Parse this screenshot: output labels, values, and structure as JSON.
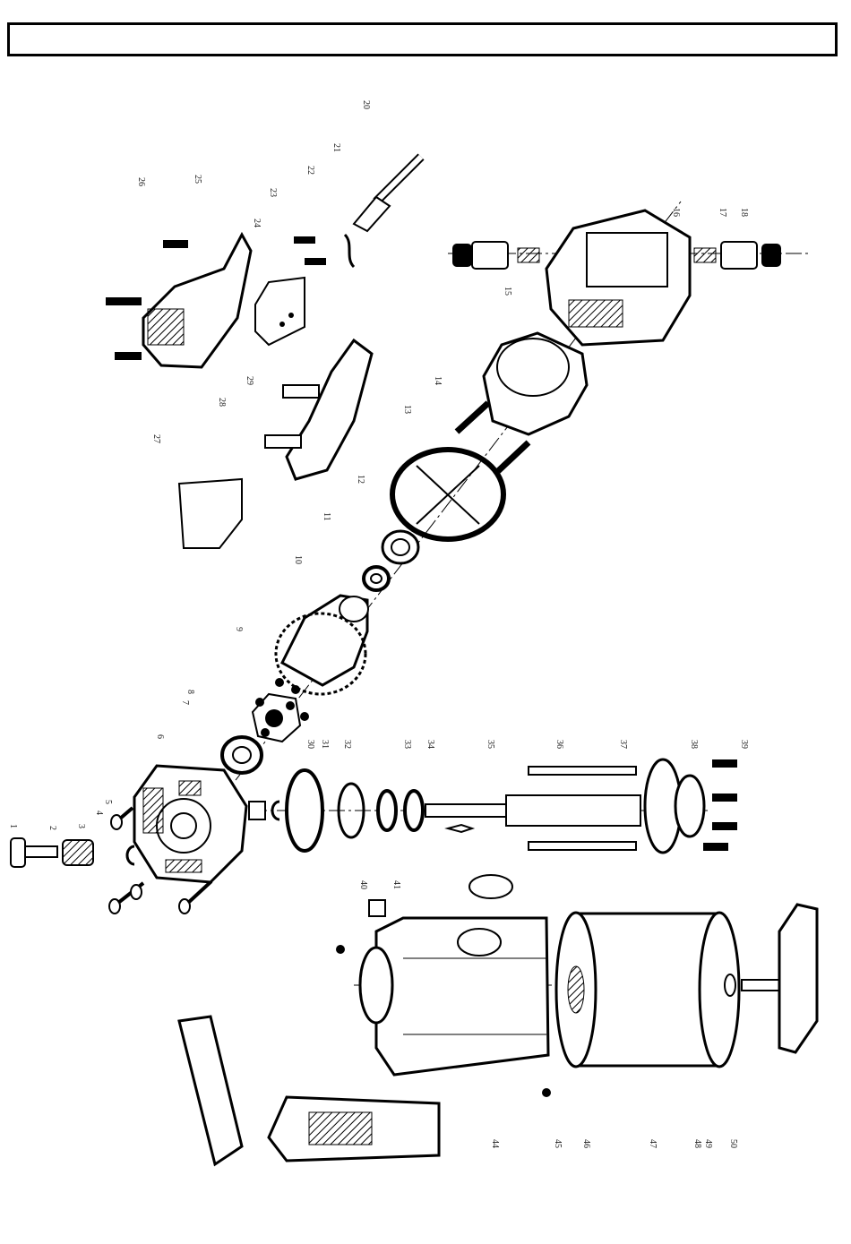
{
  "header": {
    "title": ""
  },
  "diagram": {
    "part_numbers": [
      "1",
      "2",
      "3",
      "4",
      "5",
      "6",
      "7",
      "8",
      "9",
      "10",
      "11",
      "12",
      "13",
      "14",
      "15",
      "16",
      "17",
      "18",
      "20",
      "21",
      "22",
      "23",
      "24",
      "25",
      "26",
      "27",
      "28",
      "29",
      "30",
      "31",
      "32",
      "33",
      "34",
      "35",
      "36",
      "37",
      "38",
      "39",
      "40",
      "41",
      "44",
      "45",
      "46",
      "47",
      "48",
      "49",
      "50"
    ]
  }
}
